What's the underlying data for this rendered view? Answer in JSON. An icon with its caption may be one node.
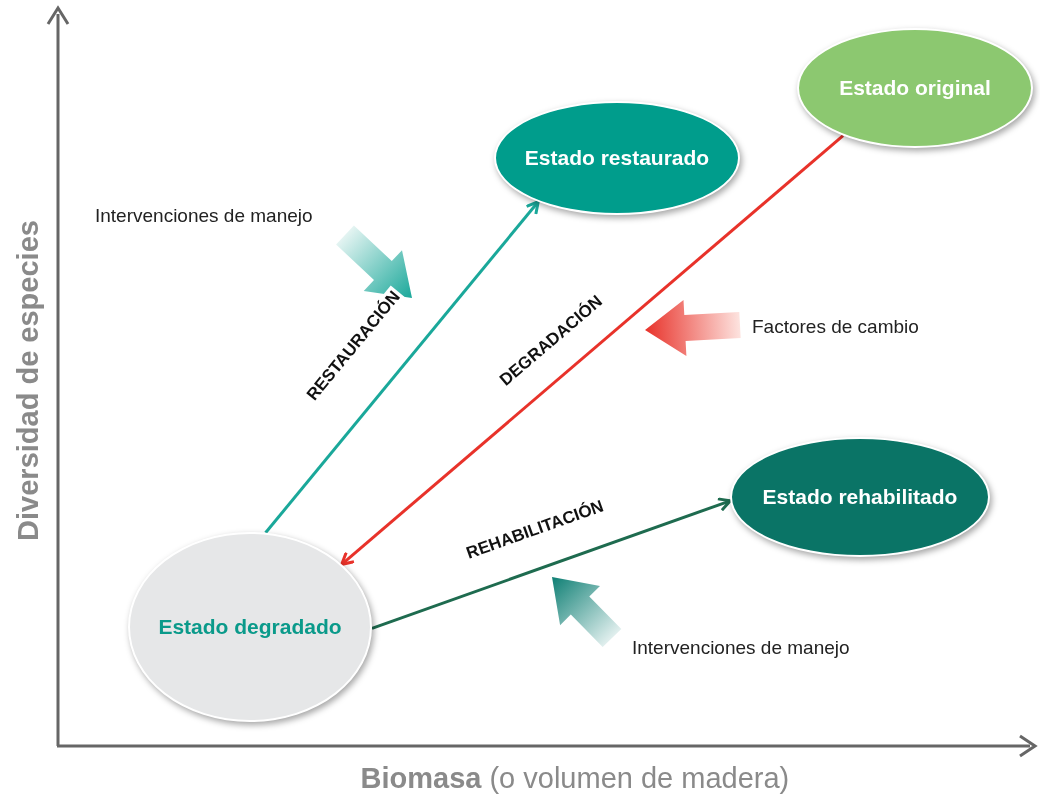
{
  "diagram": {
    "nodes": [
      {
        "text": [
          "Estado original"
        ]
      },
      {
        "text": [
          "Estado restaurado"
        ]
      },
      {
        "text": [
          "Estado rehabilitado"
        ]
      },
      {
        "text": [
          "Estado degradado"
        ]
      }
    ],
    "edges": [
      {
        "from": 3,
        "to": 1,
        "arrow": "to",
        "label": "RESTAURACIÓN",
        "color": "#1aa89a"
      },
      {
        "from": 0,
        "to": 3,
        "arrow": "to",
        "label": "DEGRADACIÓN",
        "color": "#e8322a"
      },
      {
        "from": 3,
        "to": 2,
        "arrow": "to",
        "label": "REHABILITACIÓN",
        "color": "#1e6b4f"
      }
    ],
    "labels": [
      "Diversidad de especies",
      "Intervenciones de manejo",
      "Factores de cambio",
      "Intervenciones de manejo",
      "**Biomasa** (o volumen de madera)"
    ]
  }
}
